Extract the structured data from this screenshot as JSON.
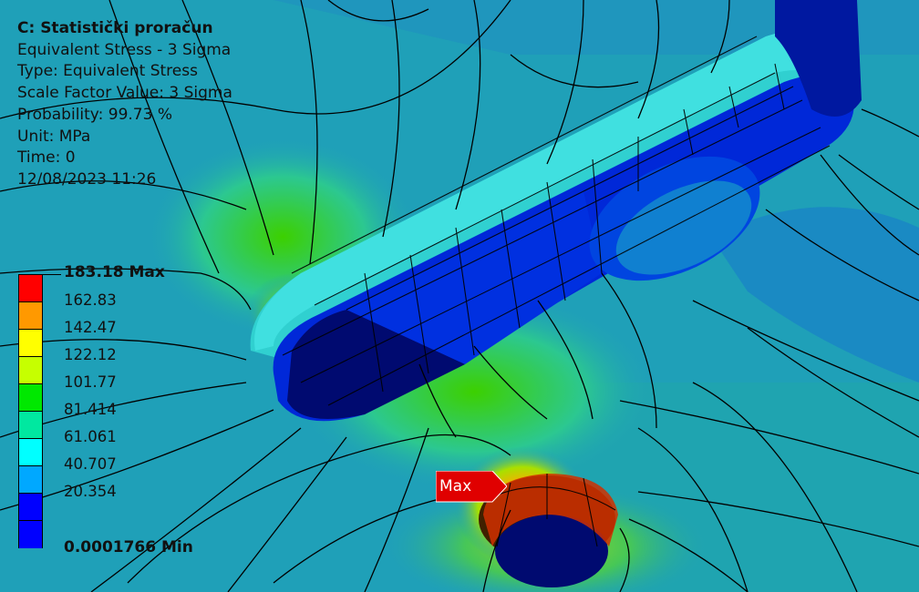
{
  "info": {
    "title": "C: Statistički proračun",
    "lines": [
      "Equivalent Stress - 3 Sigma",
      "Type: Equivalent Stress",
      "Scale Factor Value: 3 Sigma",
      "Probability: 99.73 %",
      "Unit: MPa",
      "Time: 0",
      "12/08/2023 11:26"
    ]
  },
  "legend": {
    "max_label": "183.18 Max",
    "min_label": "0.0001766 Min",
    "levels": [
      "162.83",
      "142.47",
      "122.12",
      "101.77",
      "81.414",
      "61.061",
      "40.707",
      "20.354"
    ],
    "colors": [
      "#ff0000",
      "#ff9900",
      "#ffff00",
      "#c6ff00",
      "#00e800",
      "#00e8a0",
      "#00ffff",
      "#00a8ff",
      "#0000ff"
    ]
  },
  "probe": {
    "label": "Max"
  },
  "palette": {
    "background": "#1fa0b8",
    "mesh": "#000000",
    "slot_dark": "#000060",
    "face_blue": "#0030d0"
  }
}
